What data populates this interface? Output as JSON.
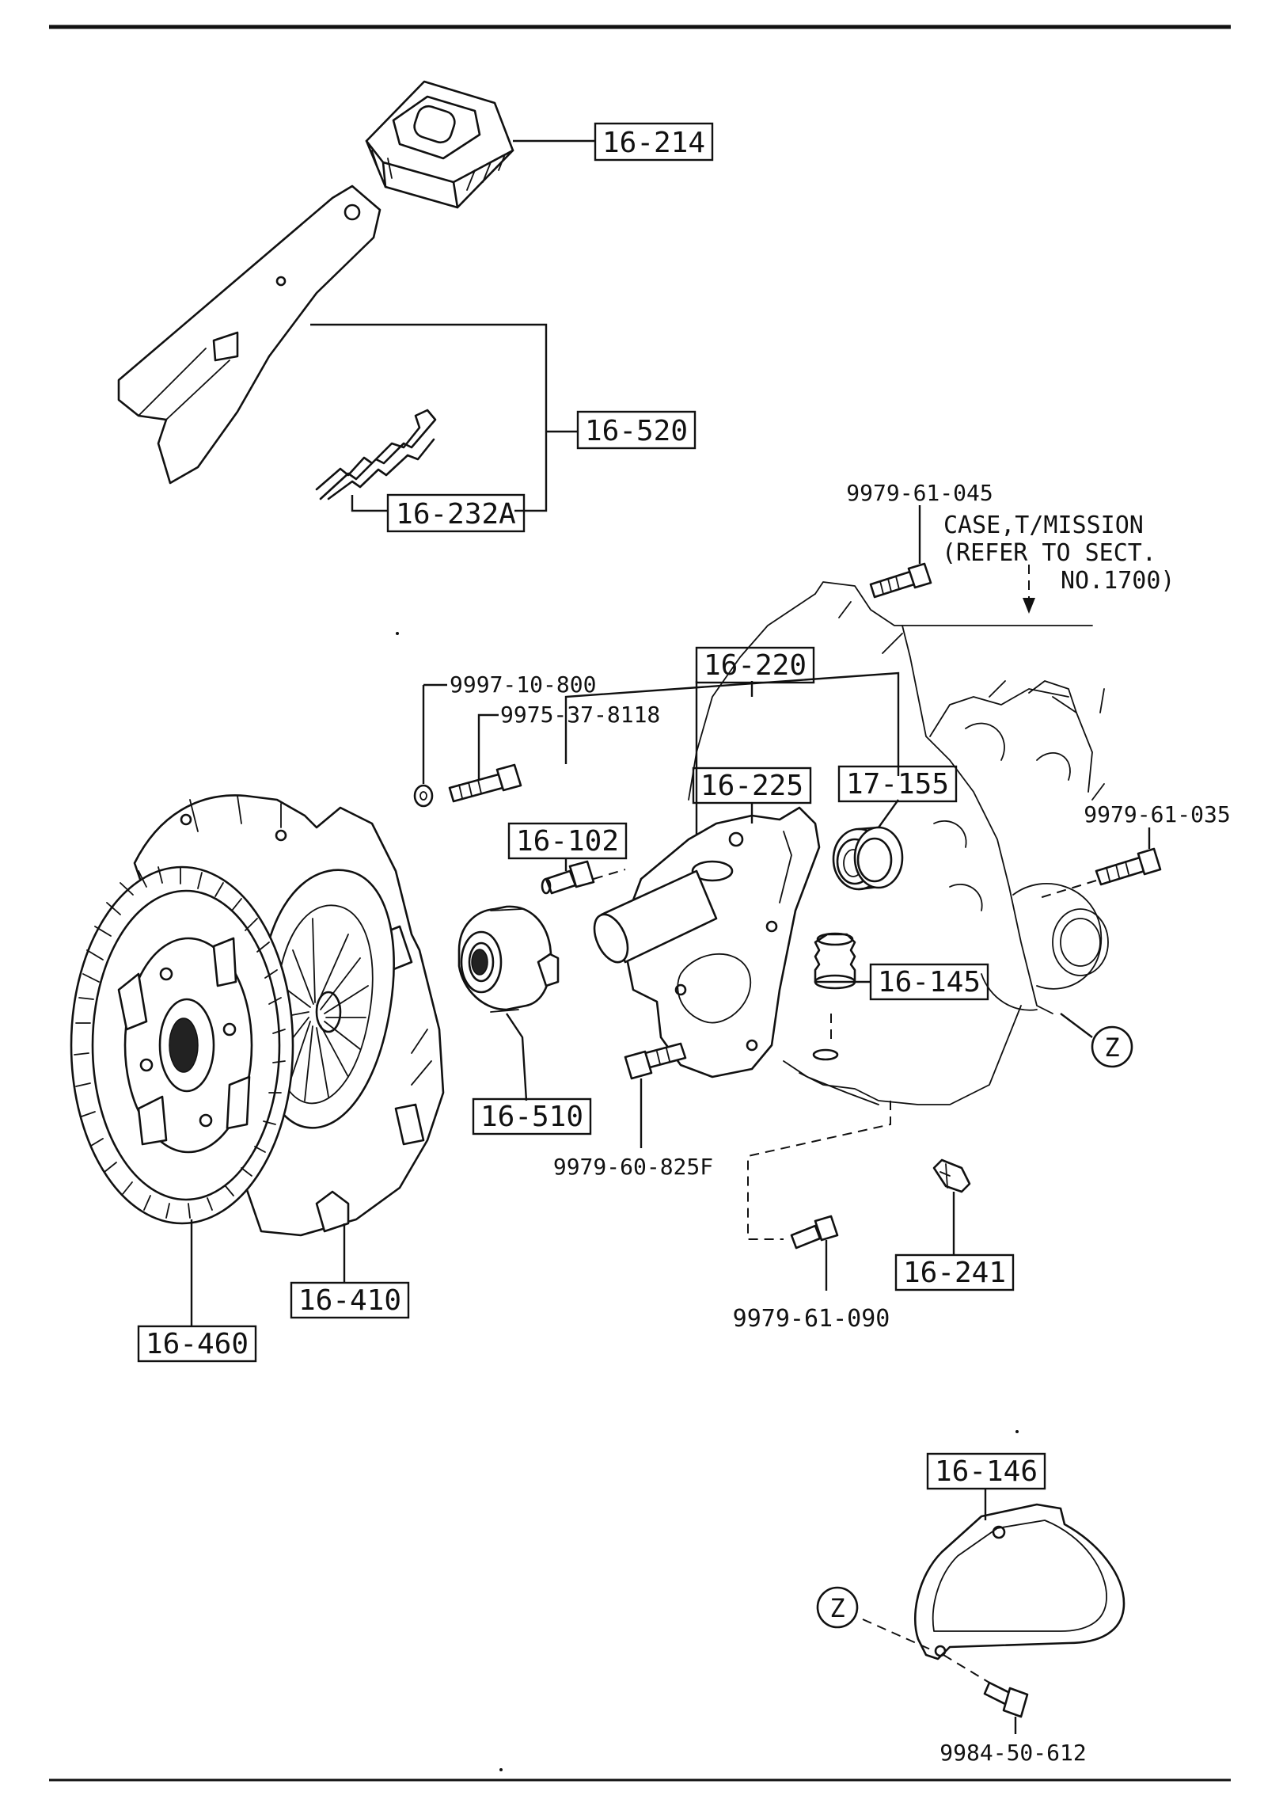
{
  "part_labels": {
    "p16_214": "16-214",
    "p16_520": "16-520",
    "p16_232A": "16-232A",
    "p16_220": "16-220",
    "p16_225": "16-225",
    "p17_155": "17-155",
    "p16_102": "16-102",
    "p16_145": "16-145",
    "p16_510": "16-510",
    "p16_410": "16-410",
    "p16_460": "16-460",
    "p16_241": "16-241",
    "p16_146": "16-146"
  },
  "fastener_labels": {
    "f9979_61_045": "9979-61-045",
    "f9997_10_800": "9997-10-800",
    "f9975_37_8118": "9975-37-8118",
    "f9979_61_035": "9979-61-035",
    "f9979_60_825F": "9979-60-825F",
    "f9979_61_090": "9979-61-090",
    "f9984_50_612": "9984-50-612"
  },
  "notes": {
    "case_line1": "CASE,T/MISSION",
    "case_line2": "(REFER TO SECT.",
    "case_line3": "NO.1700)"
  },
  "reference_markers": {
    "z_upper": "Z",
    "z_lower": "Z"
  },
  "colors": {
    "ink": "#111111",
    "paper": "#ffffff"
  }
}
